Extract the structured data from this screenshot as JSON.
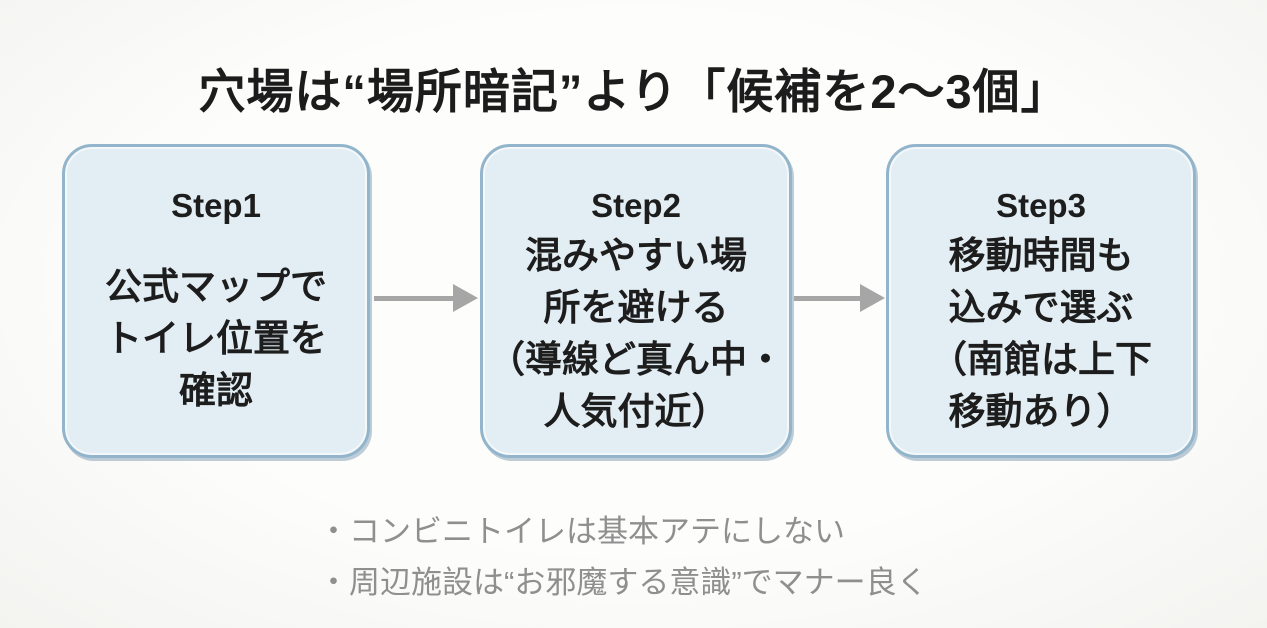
{
  "title": "穴場は“場所暗記”より「候補を2〜3個」",
  "steps": [
    {
      "label": "Step1",
      "body": "公式マップで\nトイレ位置を\n確認"
    },
    {
      "label": "Step2",
      "body": "混みやすい場\n所を避ける\n（導線ど真ん中・\n人気付近）"
    },
    {
      "label": "Step3",
      "body": "移動時間も\n込みで選ぶ\n（南館は上下\n移動あり）"
    }
  ],
  "notes": [
    "・コンビニトイレは基本アテにしない",
    "・周辺施設は“お邪魔する意識”でマナー良く"
  ],
  "colors": {
    "background": "#fcfcfa",
    "box_fill": "#e3eef4",
    "box_border": "#92b5cb",
    "arrow": "#a6a6a6",
    "title_text": "#1c1c1c",
    "body_text": "#1d1d1d",
    "note_text": "#8f8f8f"
  }
}
